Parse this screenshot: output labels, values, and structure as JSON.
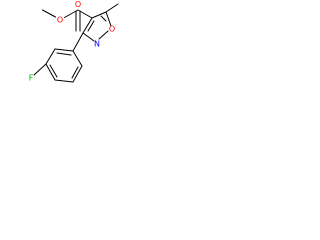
{
  "molecule": {
    "atom_labels": {
      "ester_oxygen_single": "O",
      "ester_oxygen_double": "O",
      "ring_nitrogen": "N",
      "ring_oxygen": "O",
      "fluorine": "F"
    },
    "colors": {
      "bond": "#000000",
      "oxygen": "#ff0000",
      "nitrogen": "#0000ff",
      "fluorine": "#00aa00"
    }
  }
}
